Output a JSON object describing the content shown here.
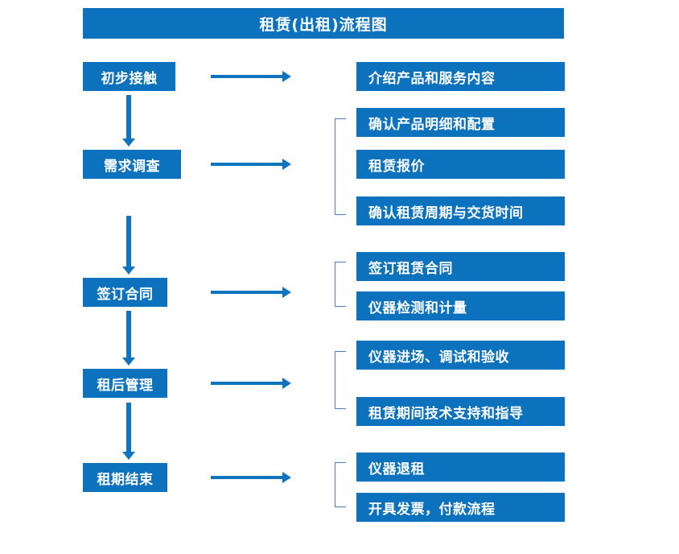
{
  "diagram": {
    "title": "租赁(出租)流程图",
    "theme": {
      "box_fill": "#0C72BE",
      "box_text": "#FFFFFF",
      "arrow": "#1073BD",
      "bracket": "#4A7EBB",
      "background": "#FFFFFF"
    },
    "stages": [
      {
        "label": "初步接触"
      },
      {
        "label": "需求调查"
      },
      {
        "label": "签订合同"
      },
      {
        "label": "租后管理"
      },
      {
        "label": "租期结束"
      }
    ],
    "details": [
      {
        "label": "介绍产品和服务内容"
      },
      {
        "label": "确认产品明细和配置"
      },
      {
        "label": "租赁报价"
      },
      {
        "label": "确认租赁周期与交货时间"
      },
      {
        "label": "签订租赁合同"
      },
      {
        "label": "仪器检测和计量"
      },
      {
        "label": "仪器进场、调试和验收"
      },
      {
        "label": "租赁期间技术支持和指导"
      },
      {
        "label": "仪器退租"
      },
      {
        "label": "开具发票，付款流程"
      }
    ]
  }
}
